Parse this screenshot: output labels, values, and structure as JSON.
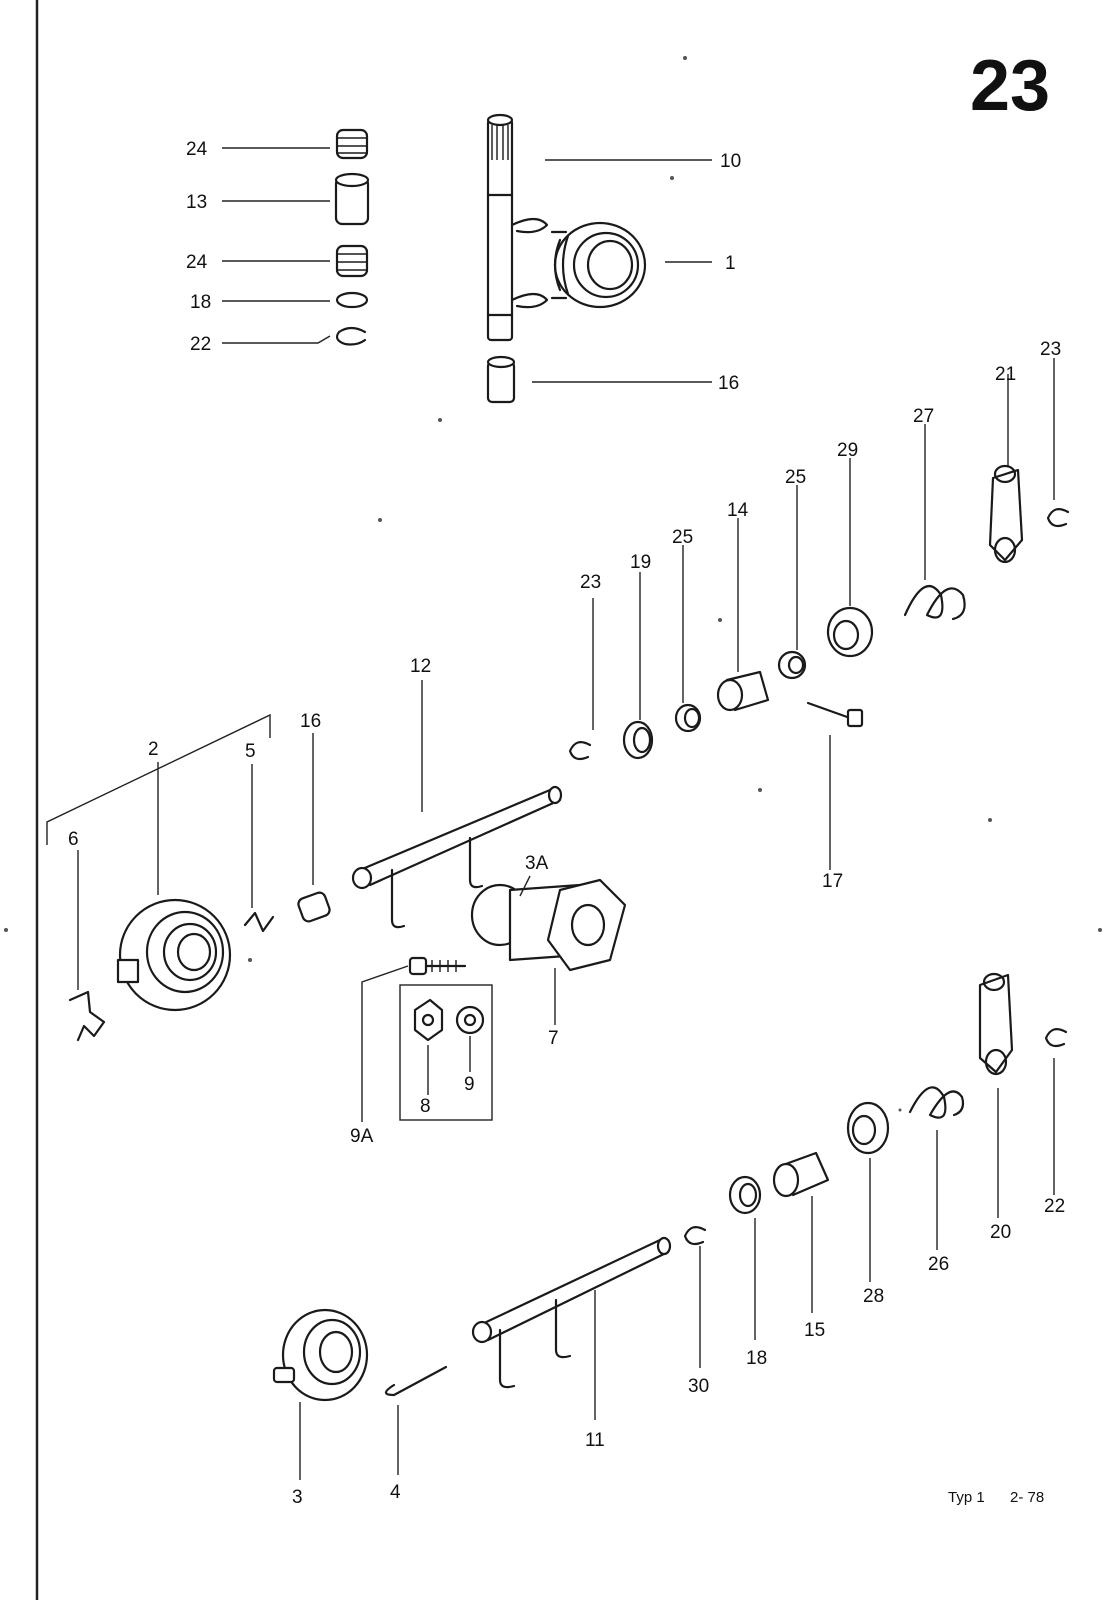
{
  "sheet": {
    "page_number": "23",
    "footer_model": "Typ 1",
    "footer_date": "2- 78",
    "accent_color": "#111111"
  },
  "callouts": {
    "c10": "10",
    "c1": "1",
    "c16_top": "16",
    "c24_top": "24",
    "c13": "13",
    "c24_mid": "24",
    "c18_top": "18",
    "c22_top": "22",
    "c23_right": "23",
    "c21": "21",
    "c27": "27",
    "c29": "29",
    "c25_right": "25",
    "c14": "14",
    "c25_left": "25",
    "c19": "19",
    "c23_left": "23",
    "c12": "12",
    "c16_mid": "16",
    "c2": "2",
    "c5": "5",
    "c6": "6",
    "c3A": "3A",
    "c17": "17",
    "c7": "7",
    "c8": "8",
    "c9": "9",
    "c9A": "9A",
    "c20": "20",
    "c22_right": "22",
    "c26": "26",
    "c28": "28",
    "c15": "15",
    "c18_low": "18",
    "c30": "30",
    "c11": "11",
    "c3": "3",
    "c4": "4"
  }
}
